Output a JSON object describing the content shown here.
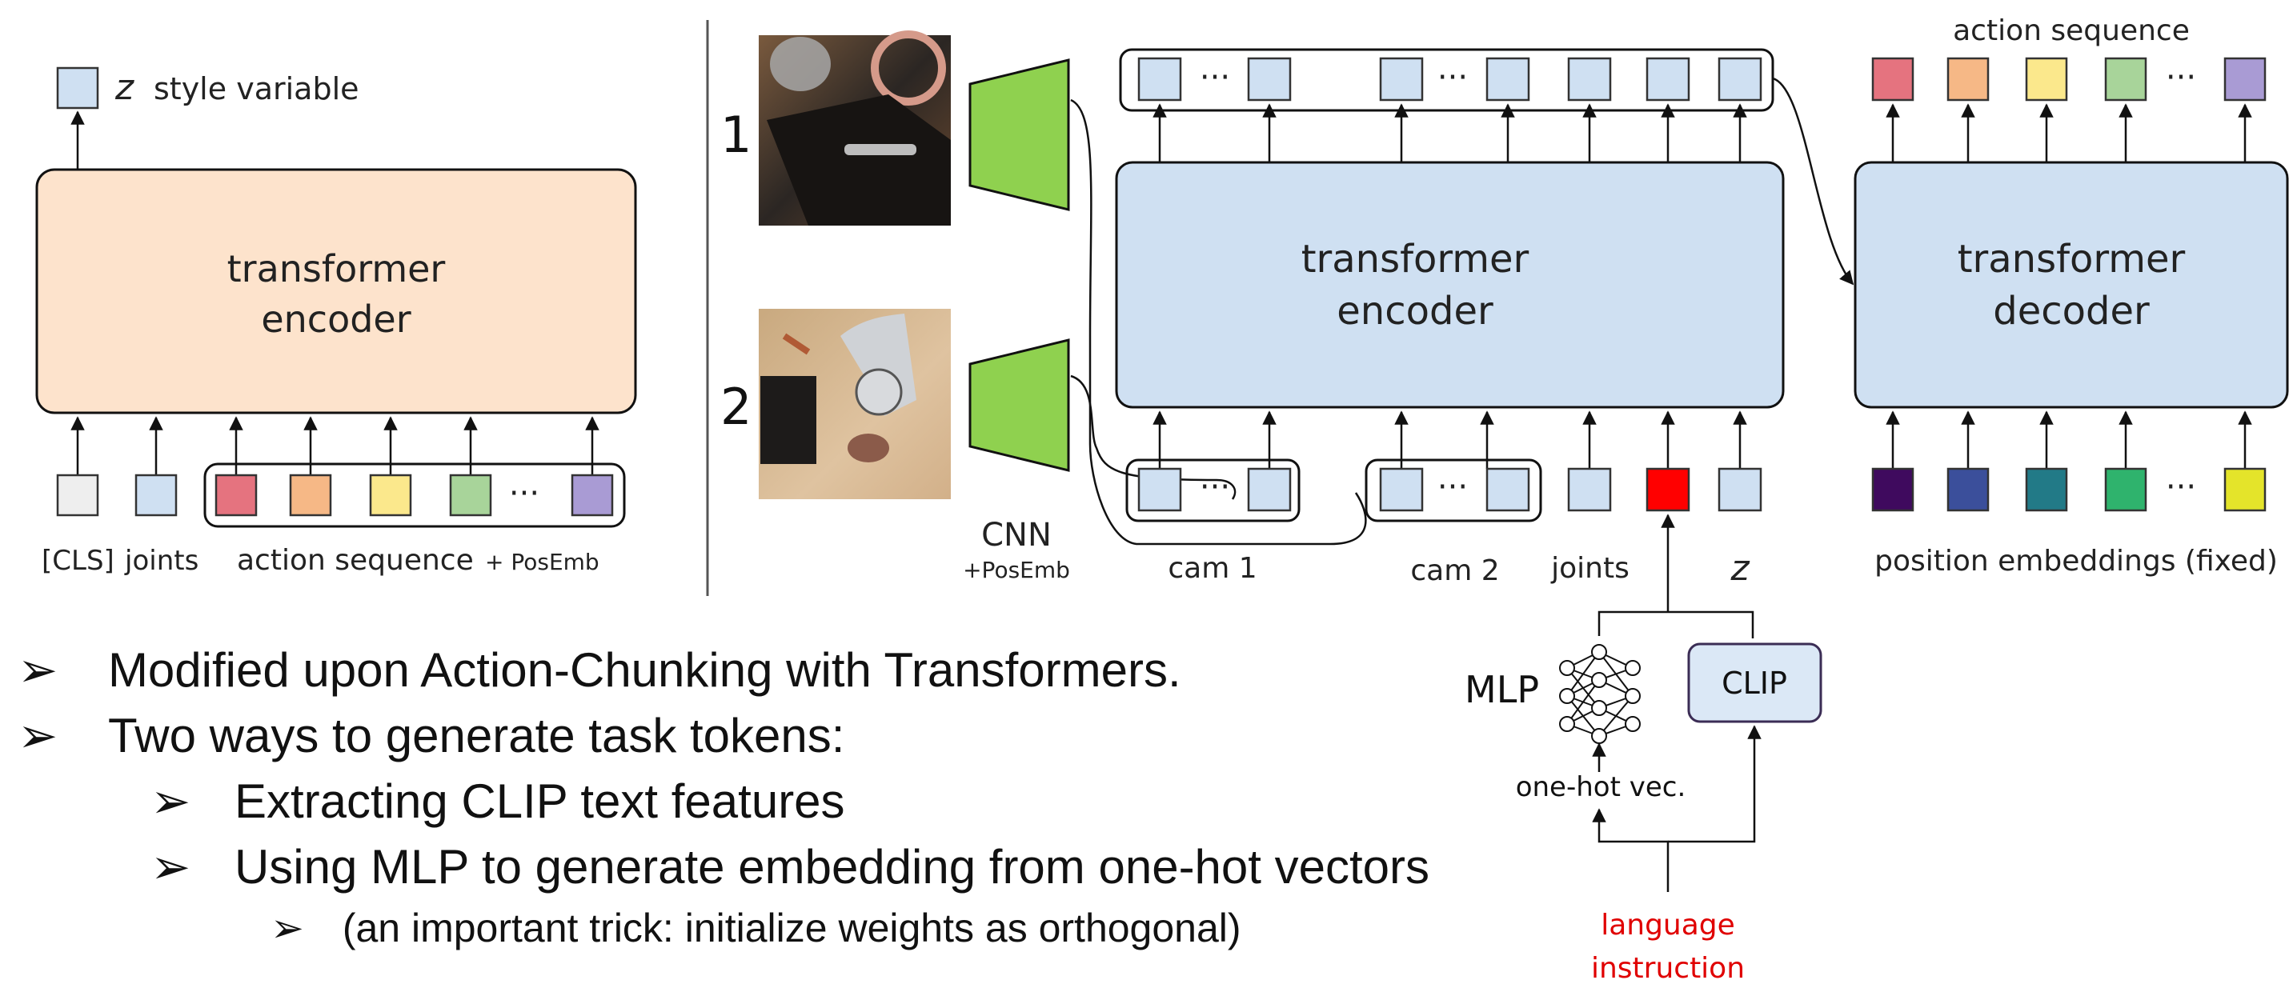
{
  "vae": {
    "z_symbol": "z",
    "style_label": "style variable",
    "encoder_label_line1": "transformer",
    "encoder_label_line2": "encoder",
    "input_label_cls": "[CLS]",
    "input_label_joints": "joints",
    "input_label_actions": "action sequence",
    "input_label_posemb": "+ PosEmb",
    "ellipsis": "···"
  },
  "policy": {
    "cam1_number": "1",
    "cam2_number": "2",
    "cnn_label": "CNN",
    "cnn_posemb": "+PosEmb",
    "encoder_label_line1": "transformer",
    "encoder_label_line2": "encoder",
    "decoder_label_line1": "transformer",
    "decoder_label_line2": "decoder",
    "action_sequence_label": "action sequence",
    "cam1_label": "cam 1",
    "cam2_label": "cam 2",
    "joints_label": "joints",
    "z_symbol": "z",
    "position_embeddings_label": "position embeddings (fixed)",
    "mlp_label": "MLP",
    "clip_label": "CLIP",
    "onehot_label": "one-hot vec.",
    "language_line1": "language",
    "language_line2": "instruction",
    "ellipsis": "···"
  },
  "colors": {
    "encoder_peach": "#fde3cc",
    "encoder_blue": "#cfe0f2",
    "token_blue": "#cfe0f2",
    "cnn_green": "#8fd14f",
    "task_token_red": "#ff0000",
    "language_red": "#e00000",
    "action_colors": [
      "#e5737f",
      "#f6b886",
      "#fbe88c",
      "#a8d49a",
      "#a99bd4"
    ],
    "vae_action_colors": [
      "#e5737f",
      "#f6b886",
      "#fbe88c",
      "#a8d49a",
      "#a99bd4"
    ],
    "posemb_colors": [
      "#3f0a5e",
      "#3b4f9b",
      "#227a87",
      "#2fb36d",
      "#e4e42a"
    ]
  },
  "bullets": [
    "Modified upon Action-Chunking with Transformers.",
    "Two ways to generate task tokens:",
    "Extracting CLIP text features",
    "Using MLP to generate embedding from one-hot vectors",
    "(an important trick: initialize weights as orthogonal)"
  ],
  "bullet_marker": "➢"
}
